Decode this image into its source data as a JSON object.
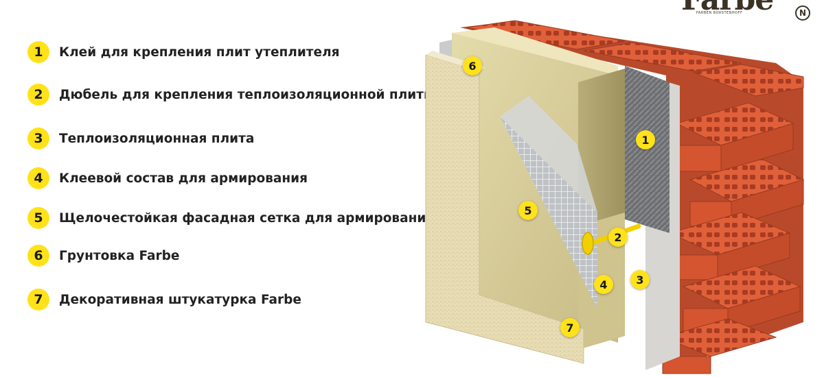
{
  "logo": {
    "word": "Farbe",
    "subtitle": "FARBEN BÜRSTENHOFF",
    "mark": "N"
  },
  "legend": [
    {
      "number": "1",
      "label": "Клей для крепления плит утеплителя"
    },
    {
      "number": "2",
      "label": "Дюбель для крепления теплоизоляционной плиты"
    },
    {
      "number": "3",
      "label": "Теплоизоляционная плита"
    },
    {
      "number": "4",
      "label": "Клеевой состав для армирования"
    },
    {
      "number": "5",
      "label": "Щелочестойкая фасадная сетка для армирования"
    },
    {
      "number": "6",
      "label": "Грунтовка Farbe"
    },
    {
      "number": "7",
      "label": "Декоративная штукатурка Farbe"
    }
  ],
  "markers": [
    "1",
    "2",
    "3",
    "4",
    "5",
    "6",
    "7"
  ],
  "colors": {
    "badge": "#ffe21a",
    "brick": "#e0603a",
    "insulation": "#d9cf9c",
    "plaster": "#e8dcb4",
    "primer": "#c9cbcd"
  }
}
